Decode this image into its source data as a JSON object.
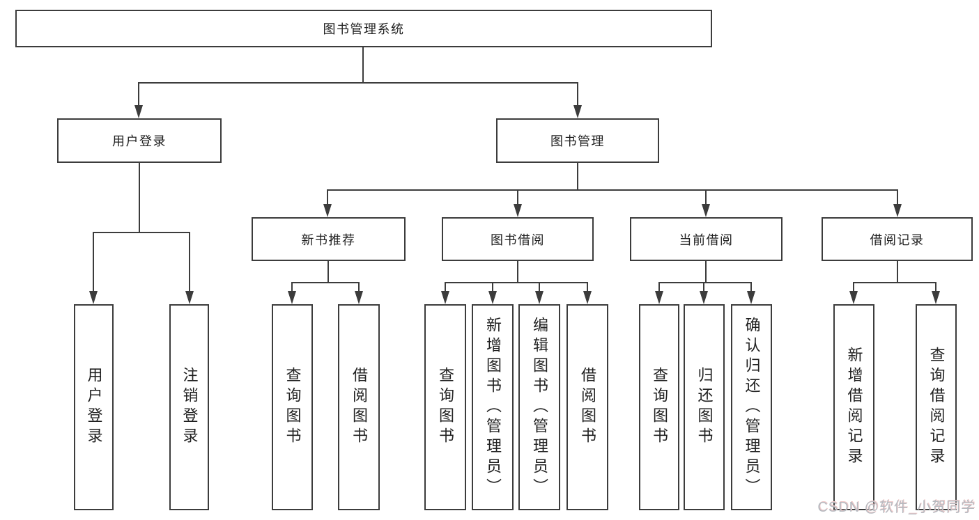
{
  "title": "图书管理系统",
  "colors": {
    "line": "#3c3c3c",
    "box_border": "#3c3c3c",
    "text": "#212121",
    "background": "#ffffff",
    "watermark": "#b6bac0"
  },
  "tree": {
    "root": "图书管理系统",
    "branches": [
      {
        "label": "用户登录",
        "leaves": [
          "用户登录",
          "注销登录"
        ]
      },
      {
        "label": "图书管理",
        "groups": [
          {
            "label": "新书推荐",
            "leaves": [
              "查询图书",
              "借阅图书"
            ]
          },
          {
            "label": "图书借阅",
            "leaves": [
              "查询图书",
              "新增图书（管理员）",
              "编辑图书（管理员）",
              "借阅图书"
            ]
          },
          {
            "label": "当前借阅",
            "leaves": [
              "查询图书",
              "归还图书",
              "确认归还（管理员）"
            ]
          },
          {
            "label": "借阅记录",
            "leaves": [
              "新增借阅记录",
              "查询借阅记录"
            ]
          }
        ]
      }
    ]
  },
  "watermark": "CSDN @软件_小贺同学"
}
